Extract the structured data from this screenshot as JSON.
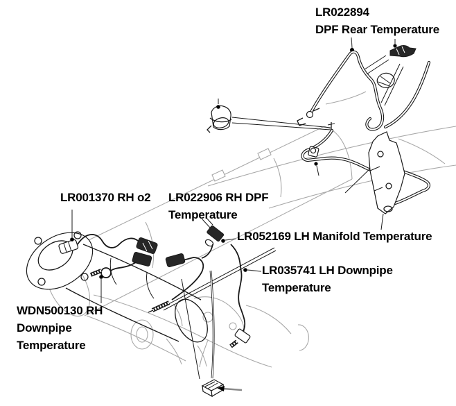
{
  "diagram": {
    "type": "exhaust-temperature-sensor-parts-diagram",
    "labels": [
      {
        "name": "dpf-rear-temperature",
        "part_number": "LR022894",
        "lines": [
          "LR022894",
          "DPF Rear Temperature"
        ]
      },
      {
        "name": "rh-o2-sensor",
        "part_number": "LR001370",
        "lines": [
          "LR001370 RH o2"
        ]
      },
      {
        "name": "rh-dpf-temperature",
        "part_number": "LR022906",
        "lines": [
          "LR022906 RH DPF",
          "Temperature"
        ]
      },
      {
        "name": "lh-manifold-temperature",
        "part_number": "LR052169",
        "lines": [
          "LR052169 LH Manifold Temperature"
        ]
      },
      {
        "name": "lh-downpipe-temperature",
        "part_number": "LR035741",
        "lines": [
          "LR035741 LH Downpipe",
          "Temperature"
        ]
      },
      {
        "name": "rh-downpipe-temperature",
        "part_number": "WDN500130",
        "lines": [
          "WDN500130 RH",
          "Downpipe",
          "Temperature"
        ]
      }
    ],
    "colors": {
      "foreground_line": "#1a1a1a",
      "background_line": "#a8a8a8",
      "label_text": "#000000"
    }
  }
}
